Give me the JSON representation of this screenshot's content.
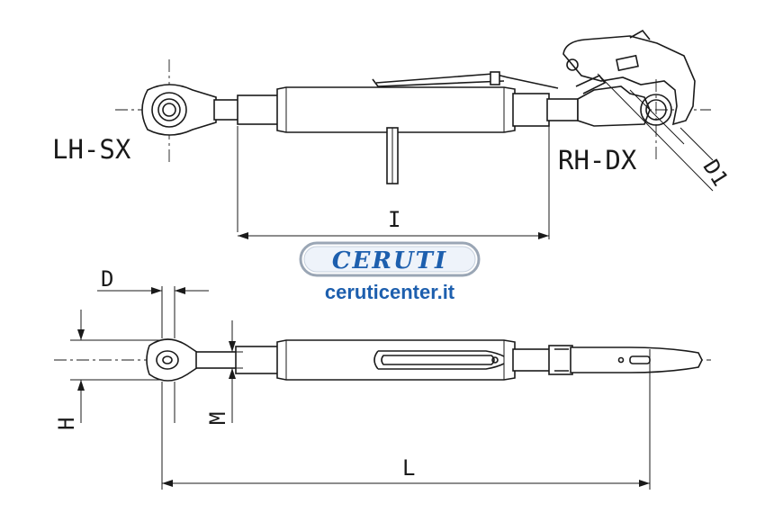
{
  "labels": {
    "left_side": "LH-SX",
    "right_side": "RH-DX",
    "dim_I": "I",
    "dim_D1": "D1",
    "dim_D": "D",
    "dim_H": "H",
    "dim_M": "M",
    "dim_L": "L"
  },
  "brand": {
    "name": "CERUTI",
    "website": "ceruticenter.it",
    "color": "#1d5fae"
  }
}
